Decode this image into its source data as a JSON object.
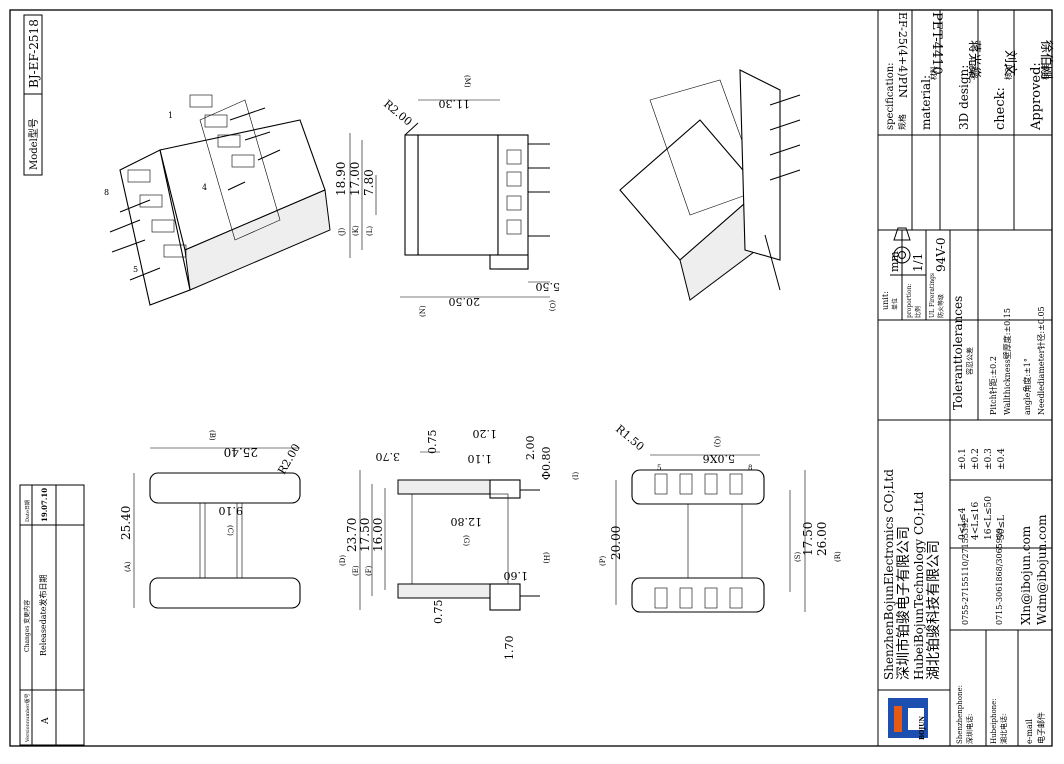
{
  "model": {
    "label": "Model型号",
    "value": "BJ-EF-2518"
  },
  "changes": {
    "headers": [
      "Versionnumber版号",
      "Changes 变更内容",
      "Date日期"
    ],
    "rows": [
      {
        "version": "A",
        "content": "Releasedate发布日期",
        "date": "19.07.10"
      }
    ]
  },
  "title_block": {
    "specification": {
      "label_en": "specification:",
      "label_cn": "规格",
      "value": "EF-25(4+4)PIN"
    },
    "material": {
      "label_en": "material:",
      "label_cn": "材料",
      "value": "PET-4410"
    },
    "design": {
      "label_en": "3D design:",
      "label_cn": "3D设计",
      "value": "蒋光燊"
    },
    "check": {
      "label_en": "check:",
      "label_cn": "核对",
      "value": "刘文"
    },
    "approved": {
      "label_en": "Approved:",
      "label_cn": "核准",
      "value": "徐伯刚"
    },
    "unit": {
      "label_en": "unit:",
      "label_cn": "单位",
      "value": "mm"
    },
    "proportion": {
      "label_en": "proportion:",
      "label_cn": "比例",
      "value": "1/1"
    },
    "fire": {
      "label_en": "UL Fireratings",
      "label_cn": "防火等级",
      "value": "94V-0"
    },
    "tolerances_title": {
      "en": "Toleranttolerances",
      "cn": "容忍公差"
    },
    "tolerance_notes": [
      "Pitch针距:±0.2",
      "Wallthickness壁厚度:±0.15",
      "angle角度:±1°",
      "Needlediameter针径:±0.05"
    ],
    "tolerance_ranges": [
      {
        "range": "0<L≤4",
        "tol": "±0.1"
      },
      {
        "range": "4<L≤16",
        "tol": "±0.2"
      },
      {
        "range": "16<L≤50",
        "tol": "±0.3"
      },
      {
        "range": "50≤L",
        "tol": "±0.4"
      }
    ],
    "company": [
      "ShenzhenBojunElectronics CO;Ltd",
      "深圳市铂骏电子有限公司",
      "HubeiBojunTechnology CO;Ltd",
      "湖北铂骏科技有限公司"
    ],
    "logo_text": "BOJUN",
    "contacts": [
      {
        "label_en": "Shenzhenphone:",
        "label_cn": "深圳电话:",
        "value": "0755-27155110/27155392"
      },
      {
        "label_en": "Hubeiphone:",
        "label_cn": "湖北电话:",
        "value": "0715-3061868/3065989"
      },
      {
        "label_en": "e-mail",
        "label_cn": "电子邮件",
        "values": [
          "Xln@ibojun.com",
          "Wdm@ibojun.com"
        ]
      }
    ]
  },
  "side_view": {
    "dims": {
      "M": "11.30",
      "J": "18.90",
      "K": "17.00",
      "L": "7.80",
      "R200": "R2.00",
      "N": "20.50",
      "O": "5.50",
      "M_tag": "(M)",
      "J_tag": "(J)",
      "K_tag": "(K)",
      "L_tag": "(L)",
      "N_tag": "(N)",
      "O_tag": "(O)"
    }
  },
  "top_view": {
    "dims": {
      "A": "25.40",
      "B": "25.40",
      "C": "9.10",
      "R": "R2.00",
      "A_tag": "(A)",
      "B_tag": "(B)",
      "C_tag": "(C)"
    }
  },
  "front_view": {
    "dims": {
      "D": "23.70",
      "E": "17.50",
      "F": "16.00",
      "G": "12.80",
      "top": "3.70",
      "w1": "0.75",
      "w2": "0.75",
      "H": "1.60",
      "I": "Φ0.80",
      "p1": "1.20",
      "p2": "1.10",
      "p3": "2.00",
      "p4": "1.70",
      "D_tag": "(D)",
      "E_tag": "(E)",
      "F_tag": "(F)",
      "G_tag": "(G)",
      "H_tag": "(H)",
      "I_tag": "(I)"
    }
  },
  "bottom_view": {
    "dims": {
      "P": "20.00",
      "Q": "5.0X6",
      "S": "17.50",
      "R": "26.00",
      "R150": "R1.50",
      "P_tag": "(P)",
      "Q_tag": "(Q)",
      "S_tag": "(S)",
      "R_tag": "(R)"
    },
    "pins": [
      "5",
      "8"
    ]
  },
  "iso_view": {
    "pins": [
      "1",
      "4",
      "5",
      "8"
    ]
  }
}
